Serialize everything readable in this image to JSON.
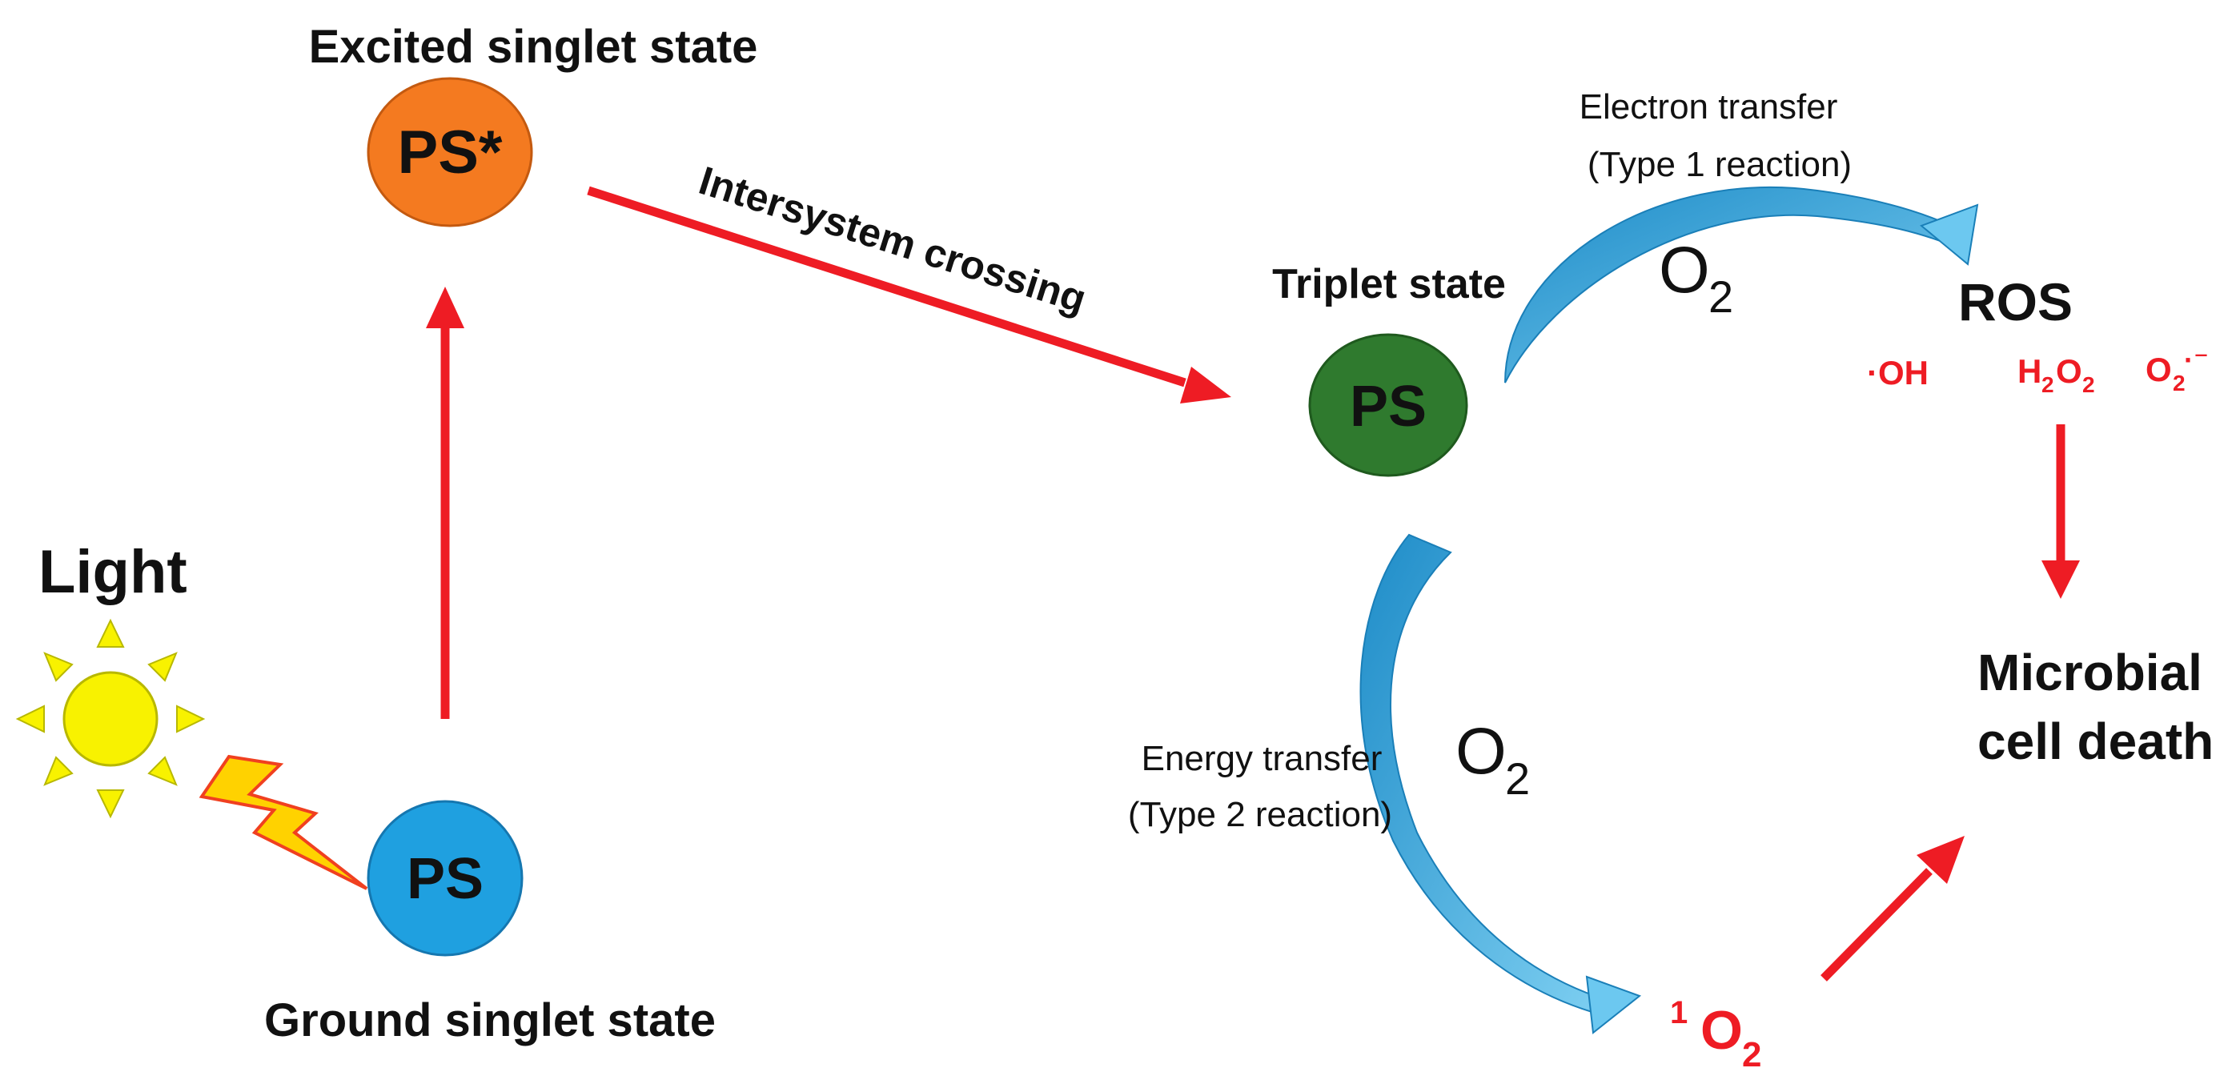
{
  "colors": {
    "ground_circle": "#1fa0e0",
    "excited_circle": "#f47a20",
    "triplet_circle": "#2f7a2e",
    "red_arrow": "#ee1c24",
    "blue_arrow": "#29a8e0",
    "sun": "#f8f200",
    "lightning": "#ffd200",
    "ros_species": "#ee1c24"
  },
  "light": {
    "label": "Light",
    "sun_icon": "sun-icon",
    "bolt_icon": "lightning-bolt-icon"
  },
  "ground": {
    "circle_label": "PS",
    "caption": "Ground singlet state"
  },
  "excited": {
    "circle_label": "PS*",
    "caption": "Excited singlet state"
  },
  "triplet": {
    "circle_label": "PS",
    "caption": "Triplet state"
  },
  "intersystem": {
    "label": "Intersystem crossing"
  },
  "type1": {
    "line1": "Electron transfer",
    "line2": "(Type 1 reaction)",
    "o2_main": "O",
    "o2_sub": "2"
  },
  "type2": {
    "line1": "Energy transfer",
    "line2": "(Type 2 reaction)",
    "o2_main": "O",
    "o2_sub": "2"
  },
  "ros": {
    "label": "ROS",
    "species": {
      "oh": "·OH",
      "h2o2_h": "H",
      "h2o2_sub1": "2",
      "h2o2_o": "O",
      "h2o2_sub2": "2",
      "superoxide_o": "O",
      "superoxide_sub": "2",
      "superoxide_charge": "·⁻"
    }
  },
  "singlet_oxygen": {
    "superscript": "1",
    "o": "O",
    "sub": "2"
  },
  "outcome": {
    "line1": "Microbial",
    "line2": "cell death"
  }
}
